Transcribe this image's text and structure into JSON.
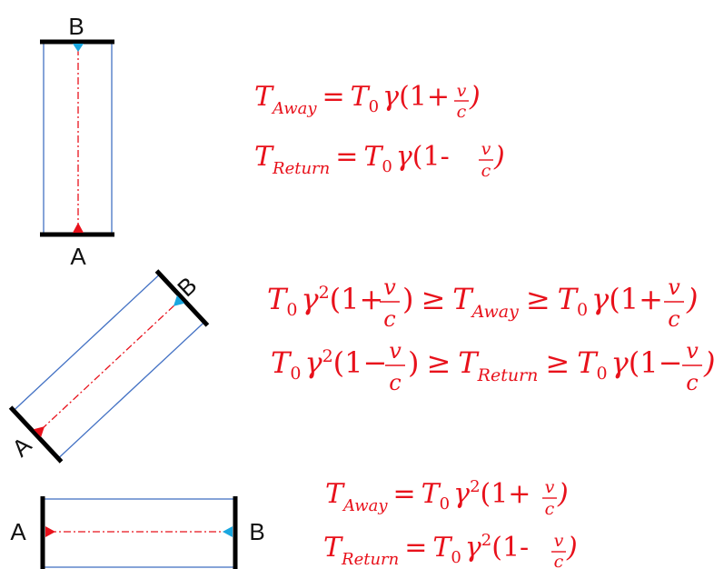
{
  "labels": {
    "fig1_top": "B",
    "fig1_bottom": "A",
    "fig2_upper": "B",
    "fig2_lower": "A",
    "fig3_left": "A",
    "fig3_right": "B"
  },
  "symbols": {
    "T": "T",
    "away": "Away",
    "ret": "Return",
    "zero": "0",
    "eq": "=",
    "ge": "≥",
    "gamma": "γ",
    "sq": "2",
    "open_plus": "(1+",
    "open_minus": "(1-",
    "open_minus_long": "(1−",
    "close": ")",
    "v": "v",
    "c": "c"
  },
  "colors": {
    "equation": "#e8111b",
    "box_outline": "#4472c4",
    "mirror": "#000000",
    "beam": "#e8111b",
    "marker_source": "#e8111b",
    "marker_target": "#1aa7e0"
  }
}
